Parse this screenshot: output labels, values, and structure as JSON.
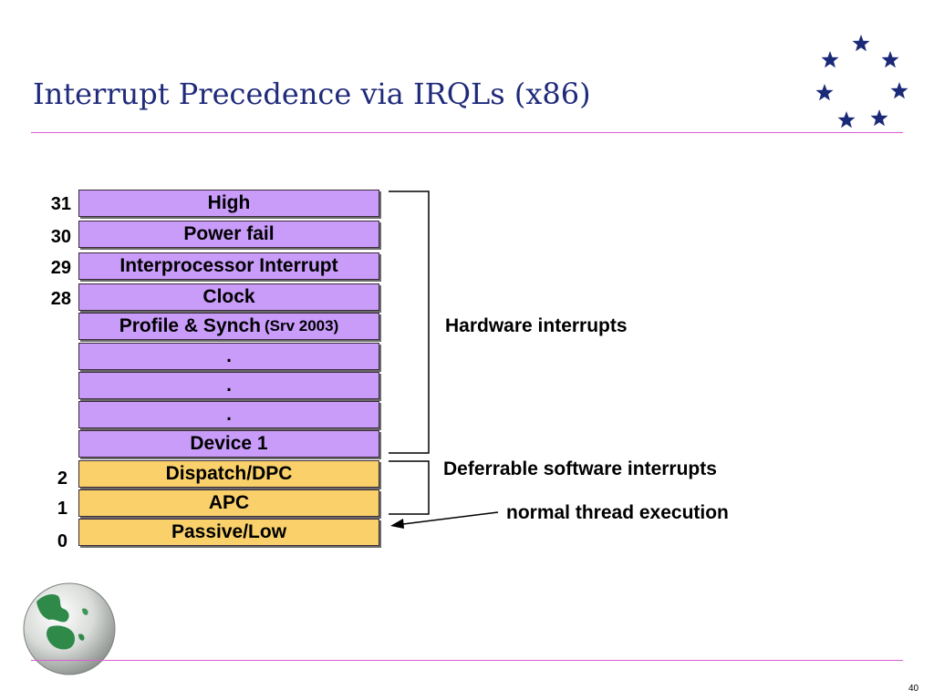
{
  "slide": {
    "title": "Interrupt Precedence via IRQLs (x86)",
    "page_number": "40"
  },
  "levels": [
    {
      "label": "High",
      "num": "31"
    },
    {
      "label": "Power fail",
      "num": "30"
    },
    {
      "label": "Interprocessor Interrupt",
      "num": "29"
    },
    {
      "label": "Clock",
      "num": "28"
    },
    {
      "label": "Profile & Synch",
      "label_small": "(Srv 2003)",
      "num": ""
    },
    {
      "label": ".",
      "num": ""
    },
    {
      "label": ".",
      "num": ""
    },
    {
      "label": ".",
      "num": ""
    },
    {
      "label": "Device 1",
      "num": ""
    },
    {
      "label": "Dispatch/DPC",
      "num": "2"
    },
    {
      "label": "APC",
      "num": "1"
    },
    {
      "label": "Passive/Low",
      "num": "0"
    }
  ],
  "annotations": {
    "hardware": "Hardware interrupts",
    "software": "Deferrable software interrupts",
    "normal": "normal thread execution"
  },
  "colors": {
    "hardware_fill": "#c99cfa",
    "software_fill": "#f9d06a",
    "title_color": "#1f2a7a",
    "rule_color": "#d75fd0",
    "star_color": "#1b2a78"
  },
  "icons": {
    "stars": "ring-of-stars-icon",
    "globe": "globe-icon"
  }
}
